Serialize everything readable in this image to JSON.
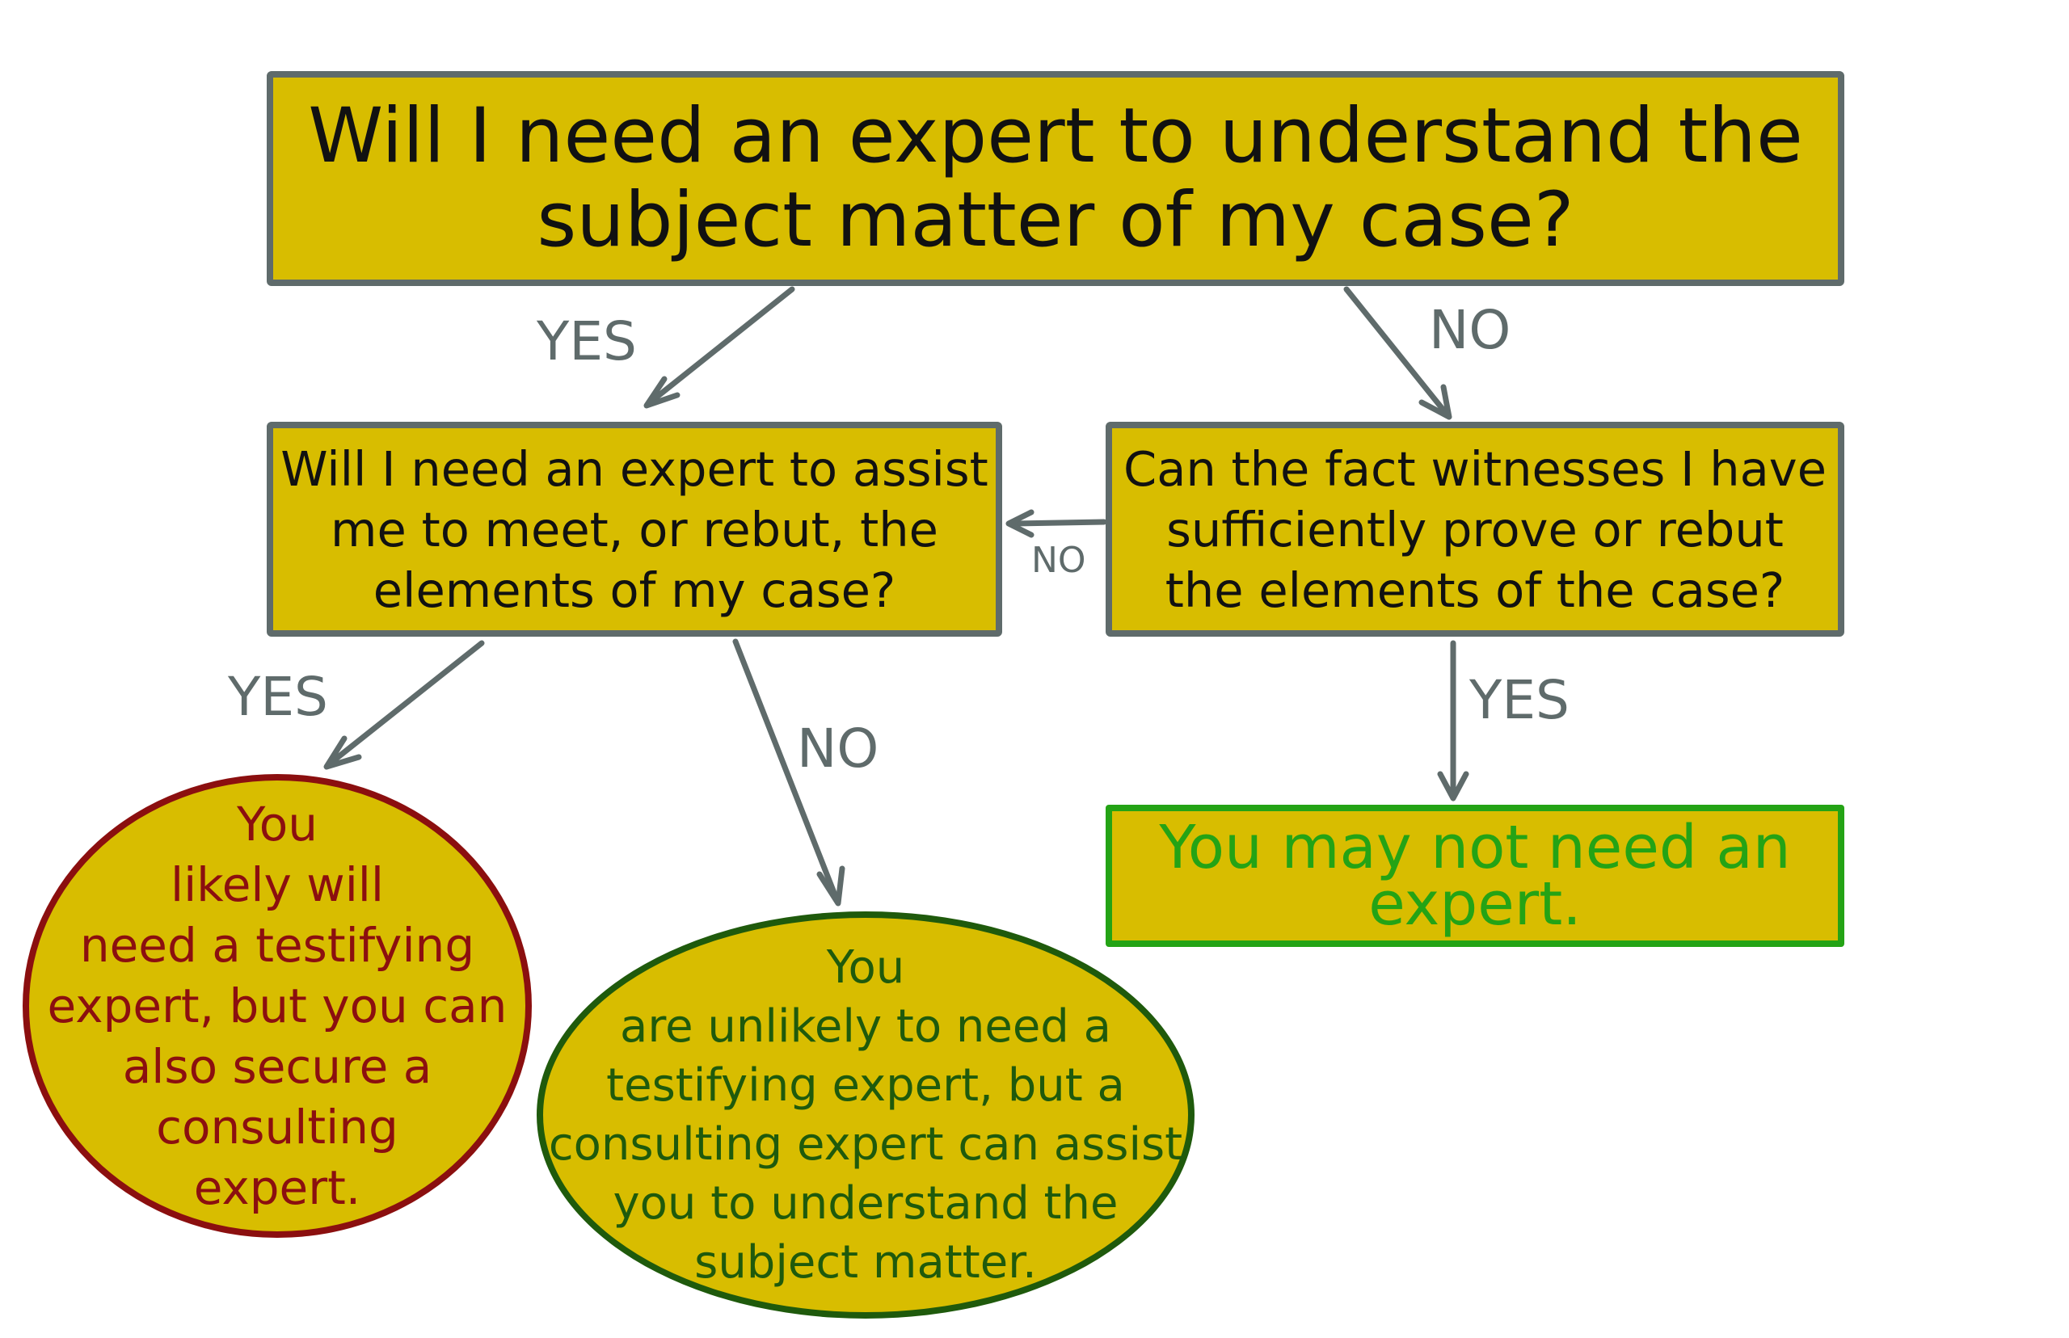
{
  "colors": {
    "box_fill": "#d8bd00",
    "grey_border": "#5f6b6b",
    "red": "#8b0f0f",
    "dark_green": "#1f5a0c",
    "bright_green": "#24a315",
    "arrow": "#5f6b6b"
  },
  "nodes": {
    "top": {
      "lines": [
        "Will I need an expert to understand the",
        "subject matter of my case?"
      ]
    },
    "assist": {
      "lines": [
        "Will I need an expert to assist",
        "me to meet, or rebut, the",
        "elements of my case?"
      ]
    },
    "witness": {
      "lines": [
        "Can the fact witnesses I have",
        "sufficiently prove or rebut",
        "the elements of the case?"
      ]
    },
    "may_not": {
      "lines": [
        "You may not need an",
        "expert."
      ]
    },
    "testifying": {
      "lines": [
        "You",
        "likely will",
        "need a testifying",
        "expert, but you can",
        "also secure a",
        "consulting",
        "expert."
      ]
    },
    "consulting": {
      "lines": [
        "You",
        "are unlikely to need a",
        "testifying expert, but a",
        "consulting expert can assist",
        "you to understand the",
        "subject matter."
      ]
    }
  },
  "edge_labels": {
    "top_yes": "YES",
    "top_no": "NO",
    "witness_no": "NO",
    "assist_yes": "YES",
    "assist_no": "NO",
    "witness_yes": "YES"
  }
}
